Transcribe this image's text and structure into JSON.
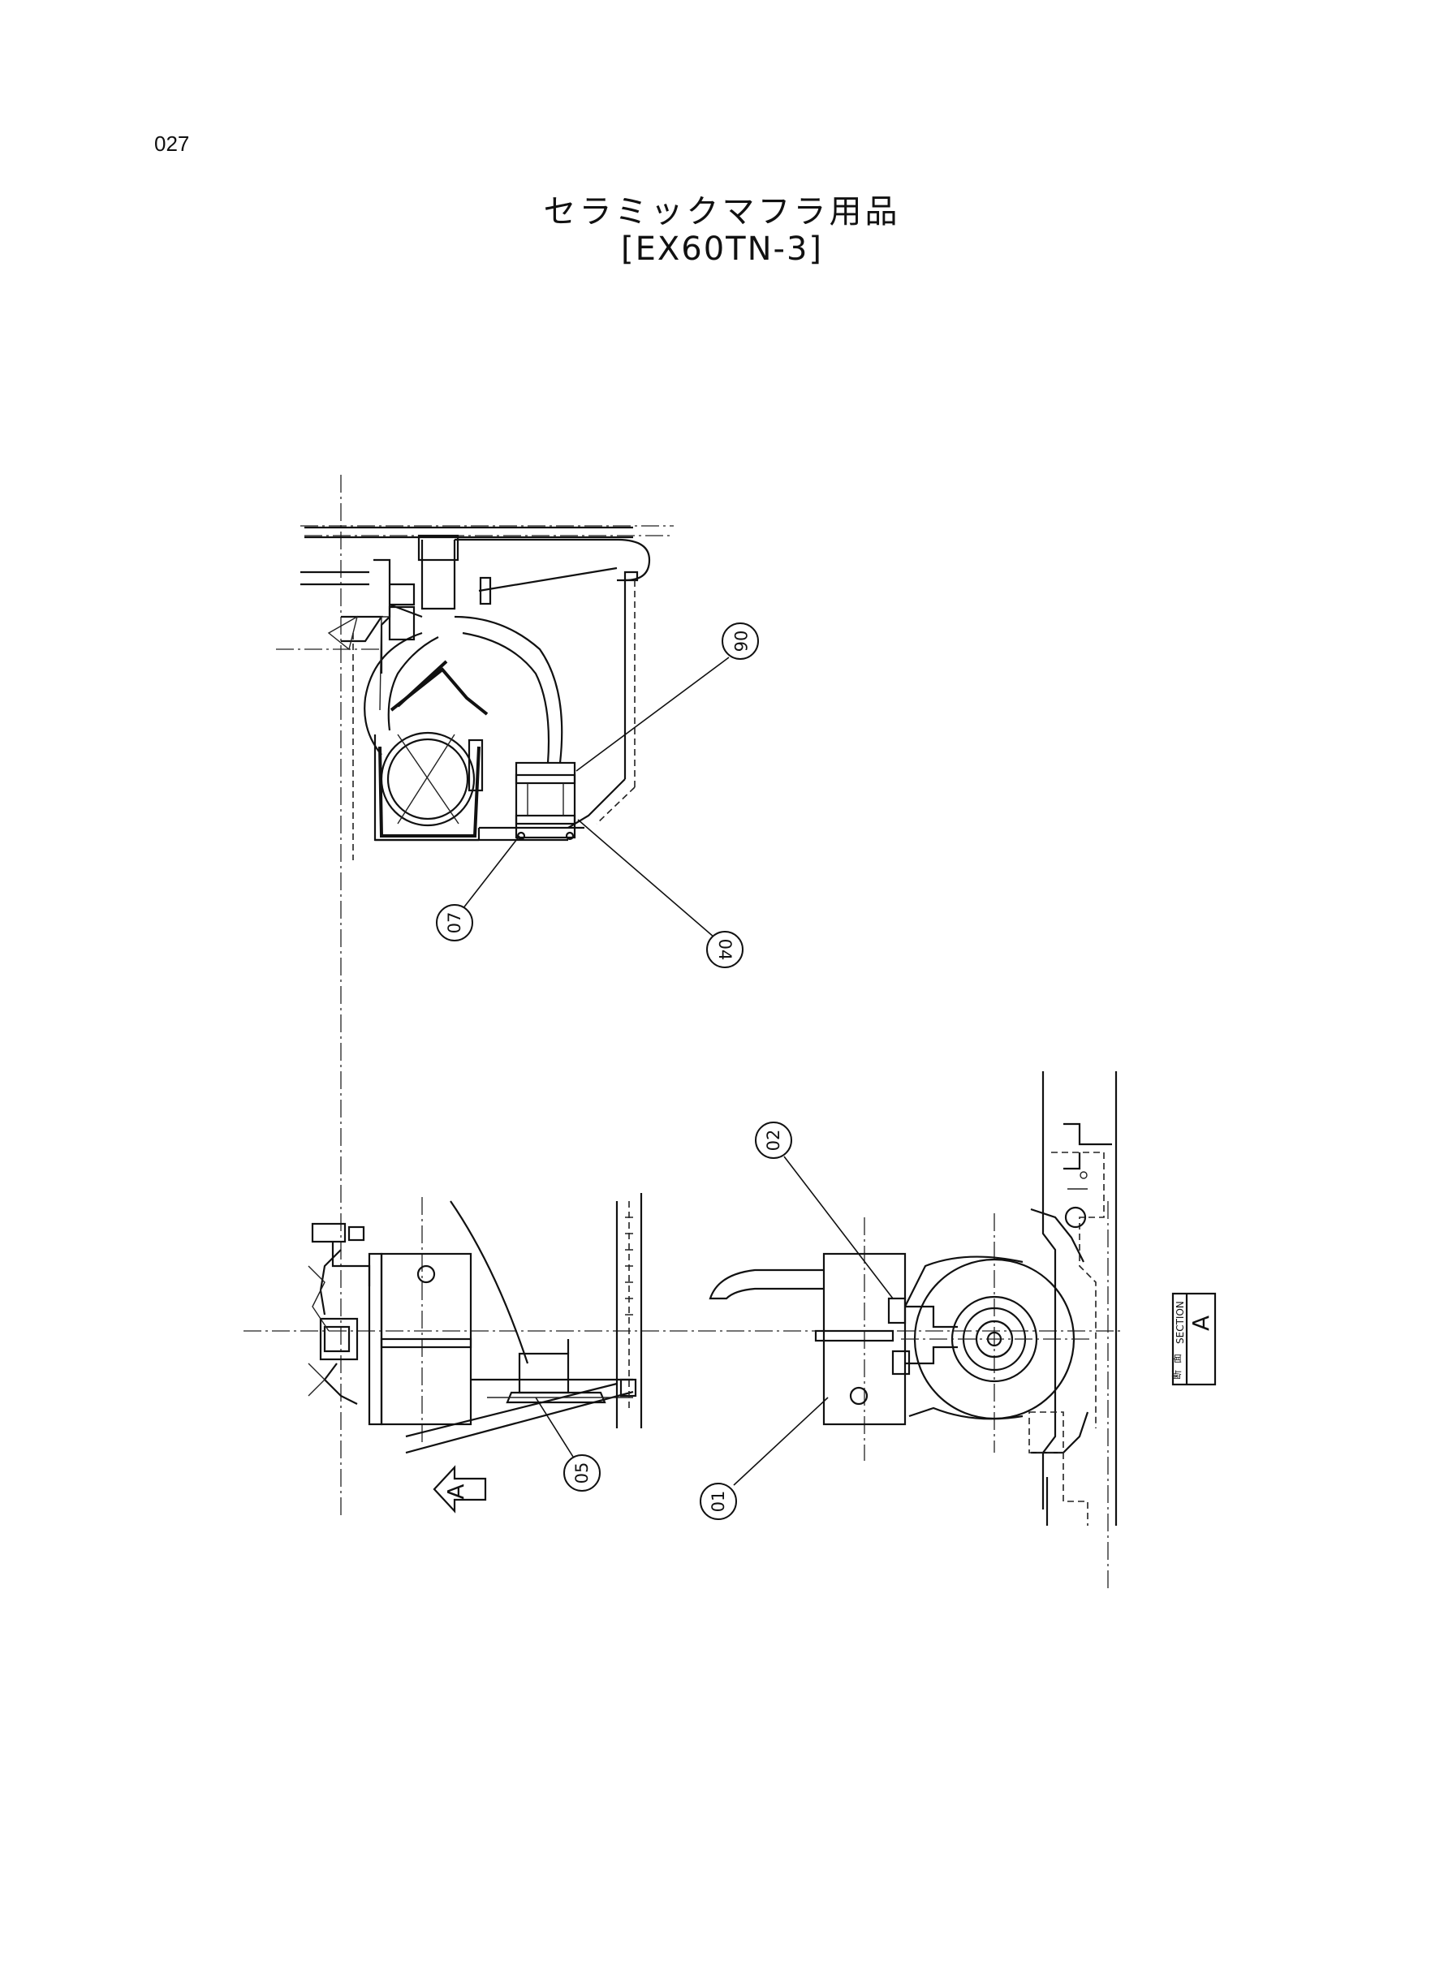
{
  "page_number": "027",
  "title": "セラミックマフラ用品",
  "model": "[EX60TN-3]",
  "callouts": [
    {
      "label": "01"
    },
    {
      "label": "02"
    },
    {
      "label": "04"
    },
    {
      "label": "05"
    },
    {
      "label": "06"
    },
    {
      "label": "07"
    }
  ],
  "section_box": {
    "letter": "A",
    "kanji_top": "断",
    "kanji_bottom": "面",
    "english": "SECTION"
  },
  "view_arrow_label": "A"
}
